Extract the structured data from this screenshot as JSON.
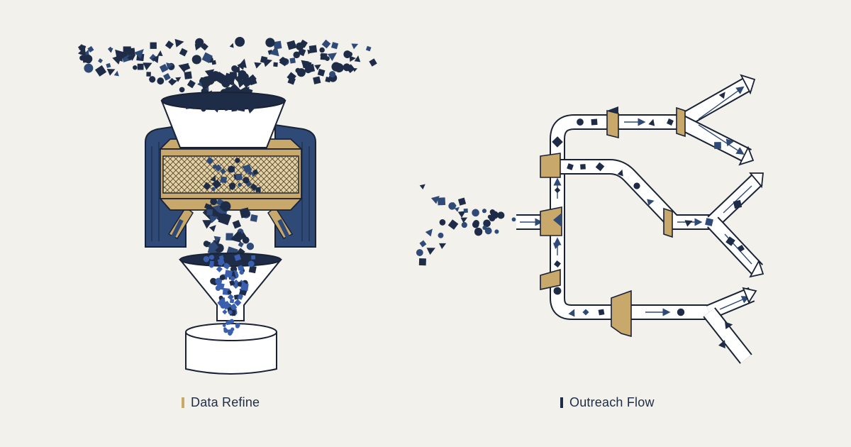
{
  "colors": {
    "background": "#f2f1ec",
    "navy": "#1e2c47",
    "navy_mid": "#2f4a76",
    "blue_particle": "#3a5fae",
    "gold": "#c8a96b",
    "gold_dark": "#8e7440",
    "outline": "#1a2235",
    "white": "#ffffff"
  },
  "panels": [
    {
      "id": "data-refine",
      "caption": "Data Refine",
      "marker_color": "#c8a96b",
      "parts": [
        "scatter-particles",
        "intake-funnel",
        "sieve-machine",
        "mesh-filter",
        "output-funnel",
        "collection-tank"
      ],
      "icon": "funnel-filter-icon"
    },
    {
      "id": "outreach-flow",
      "caption": "Outreach Flow",
      "marker_color": "#1e2c47",
      "parts": [
        "input-stream",
        "pipeline-trunk",
        "branch-pipes",
        "gate-valves",
        "fork-outputs"
      ],
      "icon": "branching-pipeline-icon"
    }
  ]
}
